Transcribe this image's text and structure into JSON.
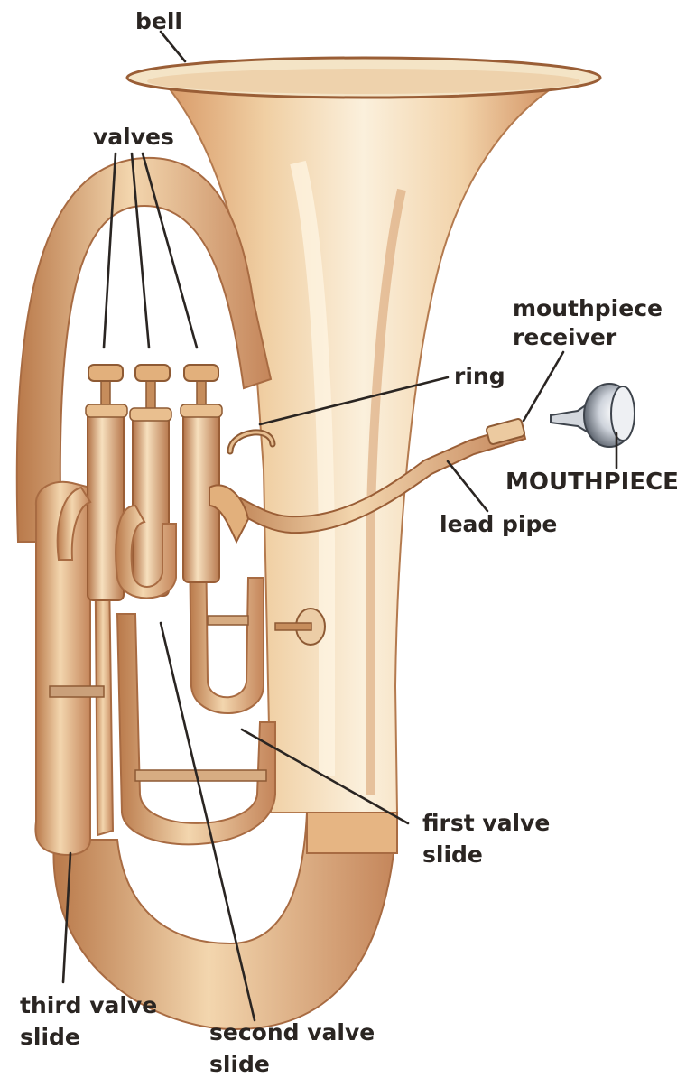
{
  "labels": {
    "bell": "bell",
    "valves": "valves",
    "ring": "ring",
    "mouthpiece_receiver_line1": "mouthpiece",
    "mouthpiece_receiver_line2": "receiver",
    "mouthpiece": "MOUTHPIECE",
    "lead_pipe": "lead pipe",
    "first_valve_slide_line1": "first valve",
    "first_valve_slide_line2": "slide",
    "second_valve_slide_line1": "second valve",
    "second_valve_slide_line2": "slide",
    "third_valve_slide_line1": "third valve",
    "third_valve_slide_line2": "slide"
  },
  "colors": {
    "brass_light": "#f6dfb8",
    "brass_mid": "#e4b27c",
    "brass_dark": "#b9794a",
    "brass_shadow": "#9a5e36",
    "bell_inside": "#f4e4c6",
    "text": "#2a2522"
  }
}
